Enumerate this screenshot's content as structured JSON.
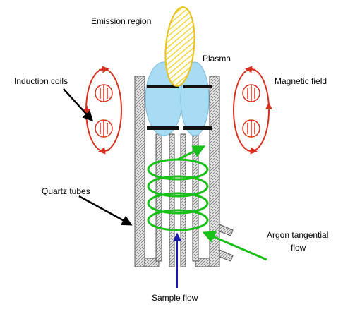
{
  "diagram": {
    "labels": {
      "emission_region": "Emission region",
      "plasma": "Plasma",
      "induction_coils": "Induction coils",
      "magnetic_field": "Magnetic field",
      "quartz_tubes": "Quartz tubes",
      "argon_line1": "Argon tangential",
      "argon_line2": "flow",
      "sample_flow": "Sample flow"
    },
    "colors": {
      "emission": "#f5d63a",
      "plasma": "#a8dcf4",
      "field": "#d83020",
      "coil": "#18c018",
      "sample_arrow": "#1a1aaa",
      "quartz": "#c8c8c8"
    }
  }
}
